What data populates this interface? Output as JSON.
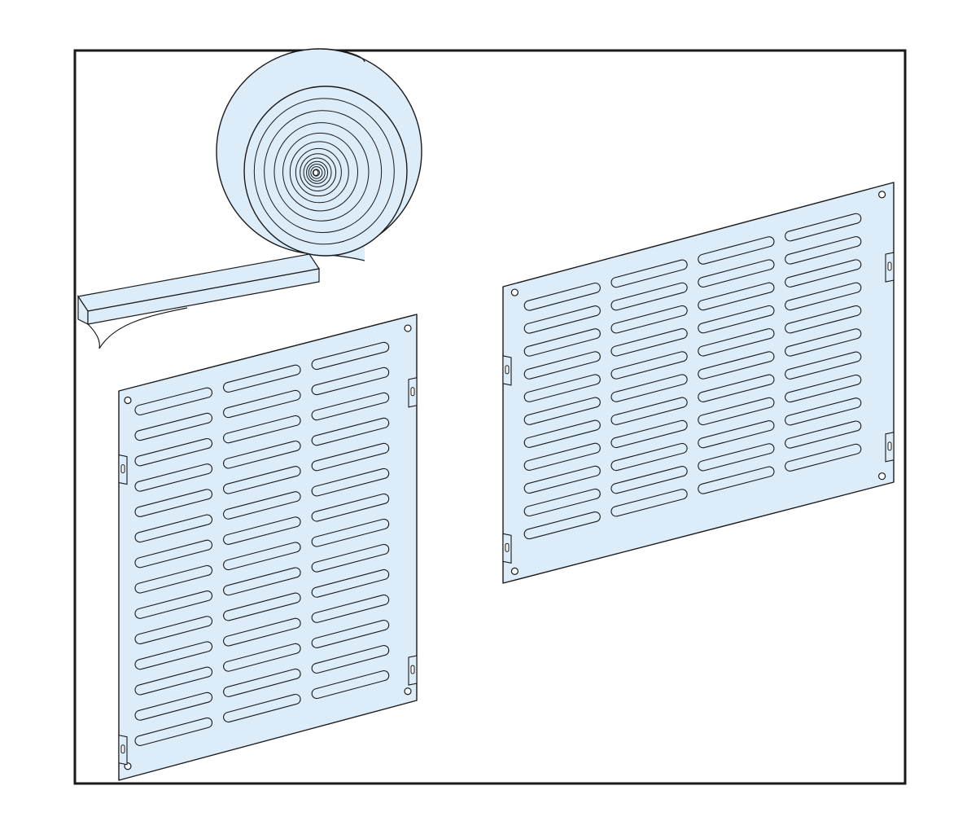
{
  "illustration": {
    "components": [
      {
        "name": "foam-seal-roll",
        "icon": "tape-roll-icon"
      },
      {
        "name": "louvered-panel-three-columns",
        "icon": "vent-panel-icon",
        "louver_columns": 3,
        "louvers_per_column": 14
      },
      {
        "name": "louvered-panel-four-columns",
        "icon": "vent-panel-icon",
        "louver_columns": 4,
        "louvers_per_column": 11
      }
    ],
    "colors": {
      "fill": "#dcecf9",
      "stroke": "#1a1a1a",
      "frame": "#1a1a1a",
      "background": "#ffffff"
    }
  }
}
